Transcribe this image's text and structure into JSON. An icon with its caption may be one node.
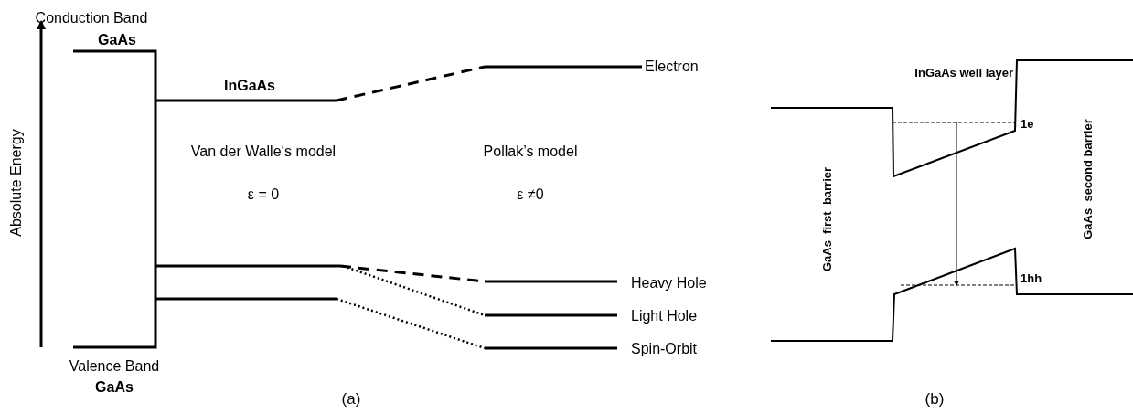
{
  "diagram": {
    "labels": [
      "Conduction Band",
      "GaAs",
      "InGaAs",
      "Electron",
      "Absolute Energy",
      "Van der Walle‘s model",
      "Pollak’s model",
      "ε = 0",
      "ε ≠0",
      "Heavy Hole",
      "Light Hole",
      "Spin-Orbit",
      "Valence Band",
      "GaAs",
      "(a)",
      "InGaAs well layer",
      "1e",
      "GaAs  first  barrier",
      "GaAs  second barrier",
      "1hh",
      "(b)"
    ]
  }
}
